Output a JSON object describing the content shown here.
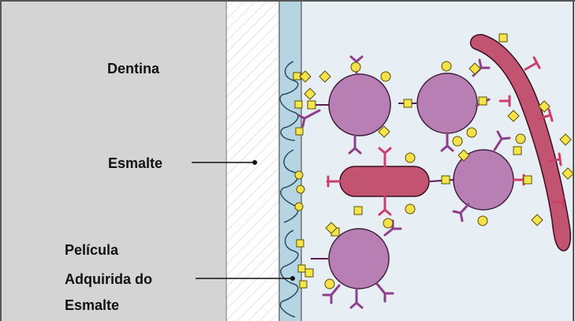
{
  "labels": {
    "dentin": "Dentina",
    "enamel": "Esmalte",
    "pellicle_line1": "Película",
    "pellicle_line2": "Adquirida do",
    "pellicle_line3": "Esmalte"
  },
  "colors": {
    "dentin": "#d4d4d4",
    "enamel": "#ffffff",
    "pellicle": "#b6d5e3",
    "saliva_background": "#e7eff5",
    "mucin_rod": "#c25472",
    "glycoprotein_sphere": "#b77fb3",
    "sugar_square": "#f5e54b",
    "sugar_circle": "#f3e04a",
    "receptor_purple": "#8e3f8c",
    "receptor_pink": "#cc3f6a",
    "outline": "#2d2d2d"
  }
}
